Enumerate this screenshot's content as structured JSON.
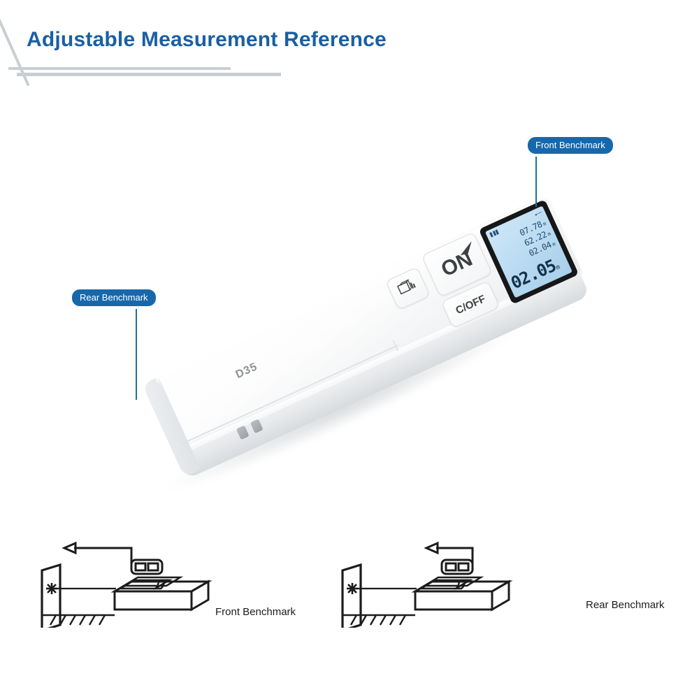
{
  "header": {
    "title": "Adjustable Measurement Reference"
  },
  "callouts": {
    "front": {
      "label": "Front Benchmark",
      "color": "#1768ab"
    },
    "rear": {
      "label": "Rear Benchmark",
      "color": "#1768ab"
    }
  },
  "device": {
    "model": "D35",
    "buttons": {
      "unit": {
        "label": "",
        "icon": "unit-mode-icon"
      },
      "power_on": {
        "label": "ON",
        "icon": "laser-arrow-icon"
      },
      "clear_off": {
        "label": "C/OFF"
      }
    },
    "lcd": {
      "battery_icon": "battery-bars-icon",
      "reference_icon": "reference-arrow-icon",
      "history": [
        {
          "value": "07.78",
          "unit": "m"
        },
        {
          "value": "62.22",
          "unit": "m"
        },
        {
          "value": "02.04",
          "unit": "m"
        }
      ],
      "main_value": "02.05",
      "main_unit": "m"
    }
  },
  "diagrams": [
    {
      "id": "front-benchmark",
      "caption": "Front Benchmark",
      "laser_icon": "laser-dot-icon",
      "wall_icon": "wall-icon",
      "meter_icon": "distance-meter-icon",
      "indicator_icon": "benchmark-indicator-icon",
      "arrow_icon": "left-arrow-icon"
    },
    {
      "id": "rear-benchmark",
      "caption": "Rear Benchmark",
      "laser_icon": "laser-dot-icon",
      "wall_icon": "wall-icon",
      "meter_icon": "distance-meter-icon",
      "indicator_icon": "benchmark-indicator-icon",
      "arrow_icon": "left-arrow-icon"
    }
  ],
  "colors": {
    "title_blue": "#1a5fa3",
    "badge_blue": "#1768ab",
    "rule_grey": "#c9ced2",
    "lcd_blue": "#bcdcf2",
    "background": "#ffffff"
  }
}
